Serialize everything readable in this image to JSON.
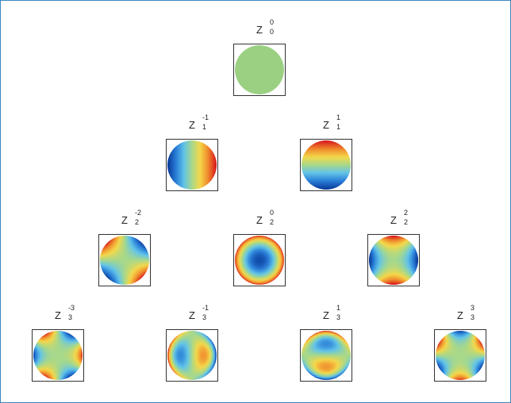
{
  "diagram": {
    "items": [
      {
        "id": "z00",
        "symbol": "Z",
        "sub": "0",
        "sup": "0",
        "mode": "piston"
      },
      {
        "id": "z1m1",
        "symbol": "Z",
        "sub": "1",
        "sup": "-1",
        "mode": "tilt-x"
      },
      {
        "id": "z11",
        "symbol": "Z",
        "sub": "1",
        "sup": "1",
        "mode": "tilt-y"
      },
      {
        "id": "z2m2",
        "symbol": "Z",
        "sub": "2",
        "sup": "-2",
        "mode": "astig-oblique"
      },
      {
        "id": "z20",
        "symbol": "Z",
        "sub": "2",
        "sup": "0",
        "mode": "defocus"
      },
      {
        "id": "z22",
        "symbol": "Z",
        "sub": "2",
        "sup": "2",
        "mode": "astig-vertical"
      },
      {
        "id": "z3m3",
        "symbol": "Z",
        "sub": "3",
        "sup": "-3",
        "mode": "trefoil-vertical"
      },
      {
        "id": "z3m1",
        "symbol": "Z",
        "sub": "3",
        "sup": "-1",
        "mode": "coma-vertical"
      },
      {
        "id": "z31",
        "symbol": "Z",
        "sub": "3",
        "sup": "1",
        "mode": "coma-horizontal"
      },
      {
        "id": "z33",
        "symbol": "Z",
        "sub": "3",
        "sup": "3",
        "mode": "trefoil-oblique"
      }
    ],
    "colors": {
      "frame": "#3a86bf",
      "piston": "#9bd083",
      "colormap": [
        "#0b3d9c",
        "#2a7fd8",
        "#62c4e8",
        "#a8d88a",
        "#f4d84a",
        "#f08a2c",
        "#d81e1e"
      ]
    }
  }
}
